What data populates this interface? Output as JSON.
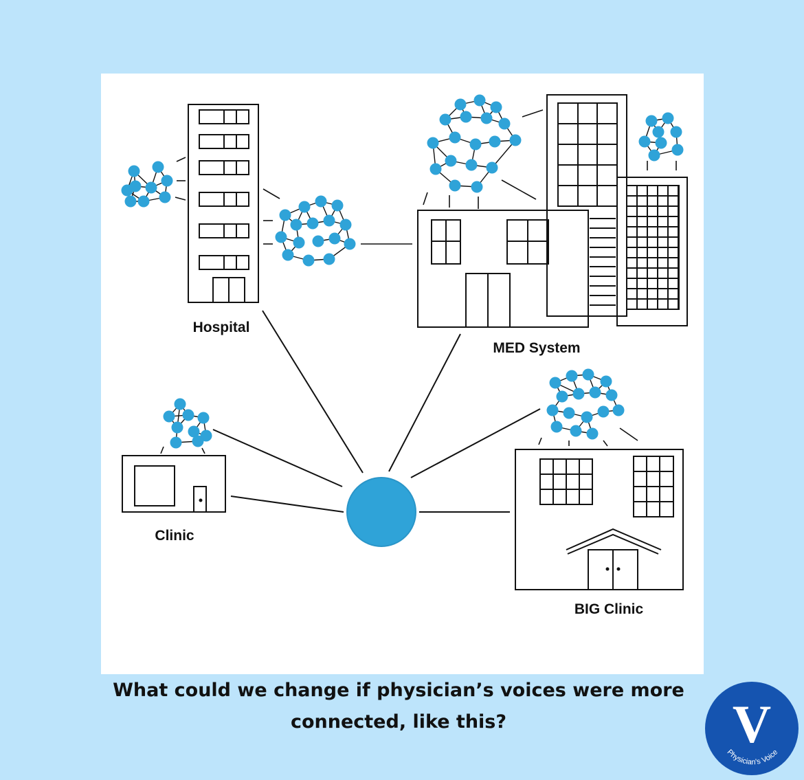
{
  "labels": {
    "hospital": "Hospital",
    "med_system": "MED System",
    "clinic": "Clinic",
    "big_clinic": "BIG Clinic"
  },
  "caption": {
    "line1": "What could we change if physician’s voices were more",
    "line2": "connected, like this?"
  },
  "logo": {
    "letter": "V",
    "text": "Physician's Voice"
  },
  "colors": {
    "background": "#bde4fb",
    "dot": "#2fa3d8",
    "logo": "#1554b0",
    "ink": "#111111"
  }
}
